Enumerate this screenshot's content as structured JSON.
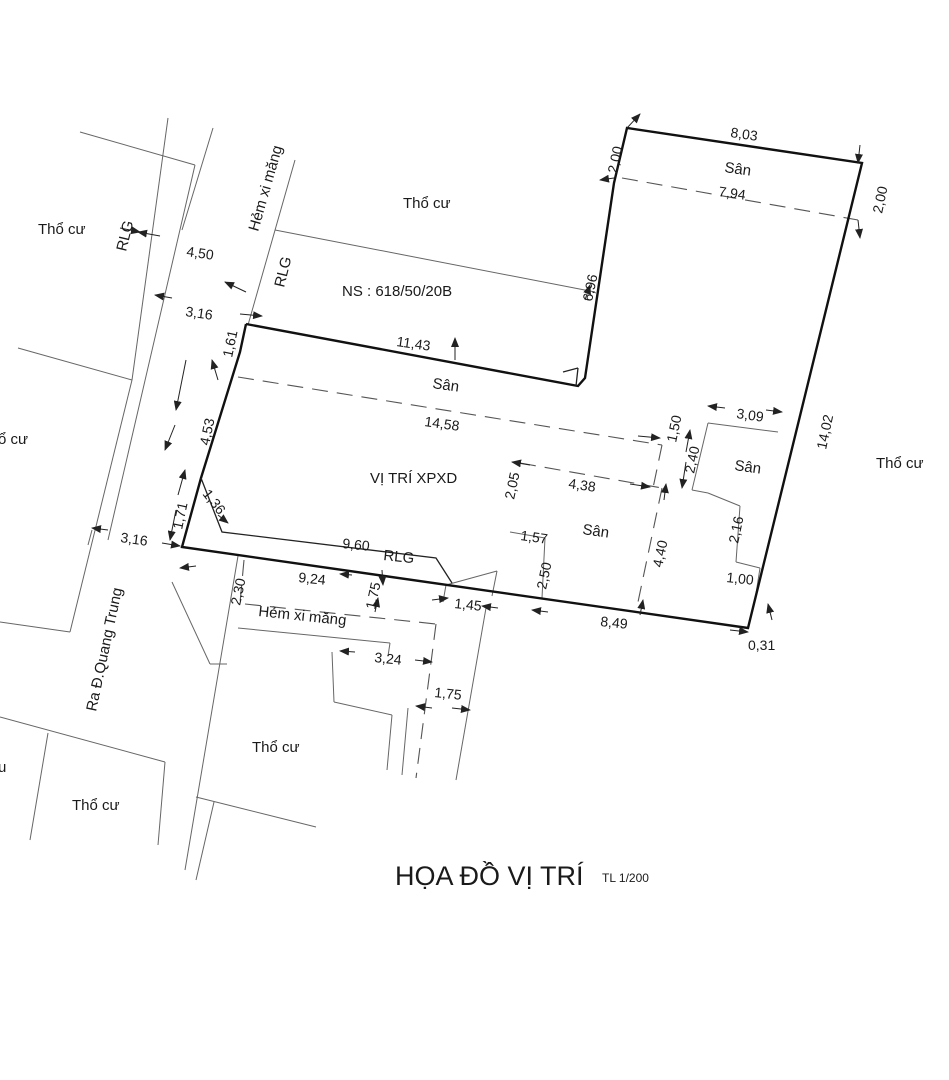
{
  "labels": {
    "tho_cu": "Thổ cư",
    "tho_cu_cut_left": "ổ cư",
    "tho_cu_cut_right": "Thổ cư",
    "tho_cu_cut_bl": "u",
    "hem_xi_mang": "Hẻm xi măng",
    "rlg": "RLG",
    "ns": "NS : 618/50/20B",
    "san": "Sân",
    "vi_tri": "VỊ TRÍ XPXD",
    "ra_quang_trung": "Ra Đ.Quang Trung"
  },
  "dims": {
    "d8_03": "8,03",
    "d2_00": "2,00",
    "d7_94": "7,94",
    "d4_50": "4,50",
    "d6_96": "6,96",
    "d3_16": "3,16",
    "d11_43": "11,43",
    "d1_61": "1,61",
    "d14_58": "14,58",
    "d1_50": "1,50",
    "d3_09": "3,09",
    "d14_02": "14,02",
    "d4_53": "4,53",
    "d2_40": "2,40",
    "d2_05": "2,05",
    "d4_38": "4,38",
    "d1_36": "1,36",
    "d1_71": "1,71",
    "d1_57": "1,57",
    "d2_16": "2,16",
    "d4_40": "4,40",
    "d9_60": "9,60",
    "d2_50": "2,50",
    "d1_00": "1,00",
    "d9_24": "9,24",
    "d2_30": "2,30",
    "d1_75": "1,75",
    "d1_45": "1,45",
    "d8_49": "8,49",
    "d0_31": "0,31",
    "d3_24": "3,24"
  },
  "title": "HỌA ĐỒ VỊ TRÍ",
  "scale": "TL 1/200"
}
